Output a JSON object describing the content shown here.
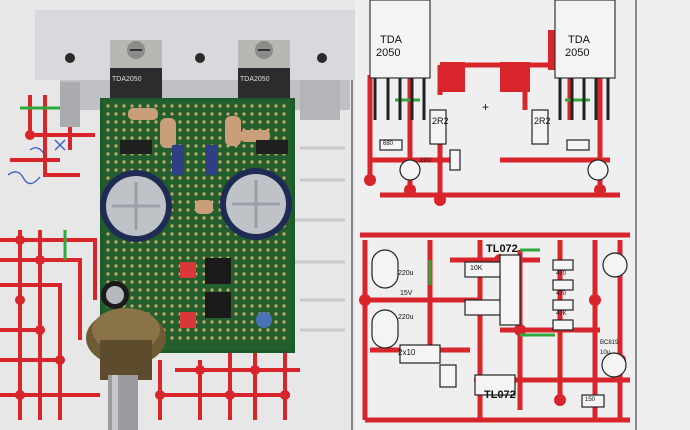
{
  "photo": {
    "heatsink_color": "#d5d7da",
    "pcb_color": "#1d5a2a",
    "trace_color": "#d8242b",
    "jumper_color": "#2faa3a",
    "paper_color": "#eeeeef"
  },
  "schematic": {
    "chip_left": "TDA",
    "chip_left_num": "2050",
    "chip_right": "TDA",
    "chip_right_num": "2050",
    "op_amp_top": "TL072",
    "op_amp_bottom": "TL072",
    "r_2r2_left": "2R2",
    "r_2r2_right": "2R2",
    "plus_sign": "+",
    "c_220u_a": "220u",
    "c_220u_b": "220u",
    "r_2x10": "2x10",
    "v_15": "15V",
    "c_680": "680",
    "c_22u": "22U",
    "r_470a": "470",
    "r_470b": "470",
    "r_47k": "47K",
    "r_10k": "10K",
    "d_bc": "BC819",
    "c_10u": "10u",
    "r_150": "150"
  },
  "pcb_parts": {
    "ic_left": "TDA2050",
    "ic_right": "TDA2050"
  }
}
